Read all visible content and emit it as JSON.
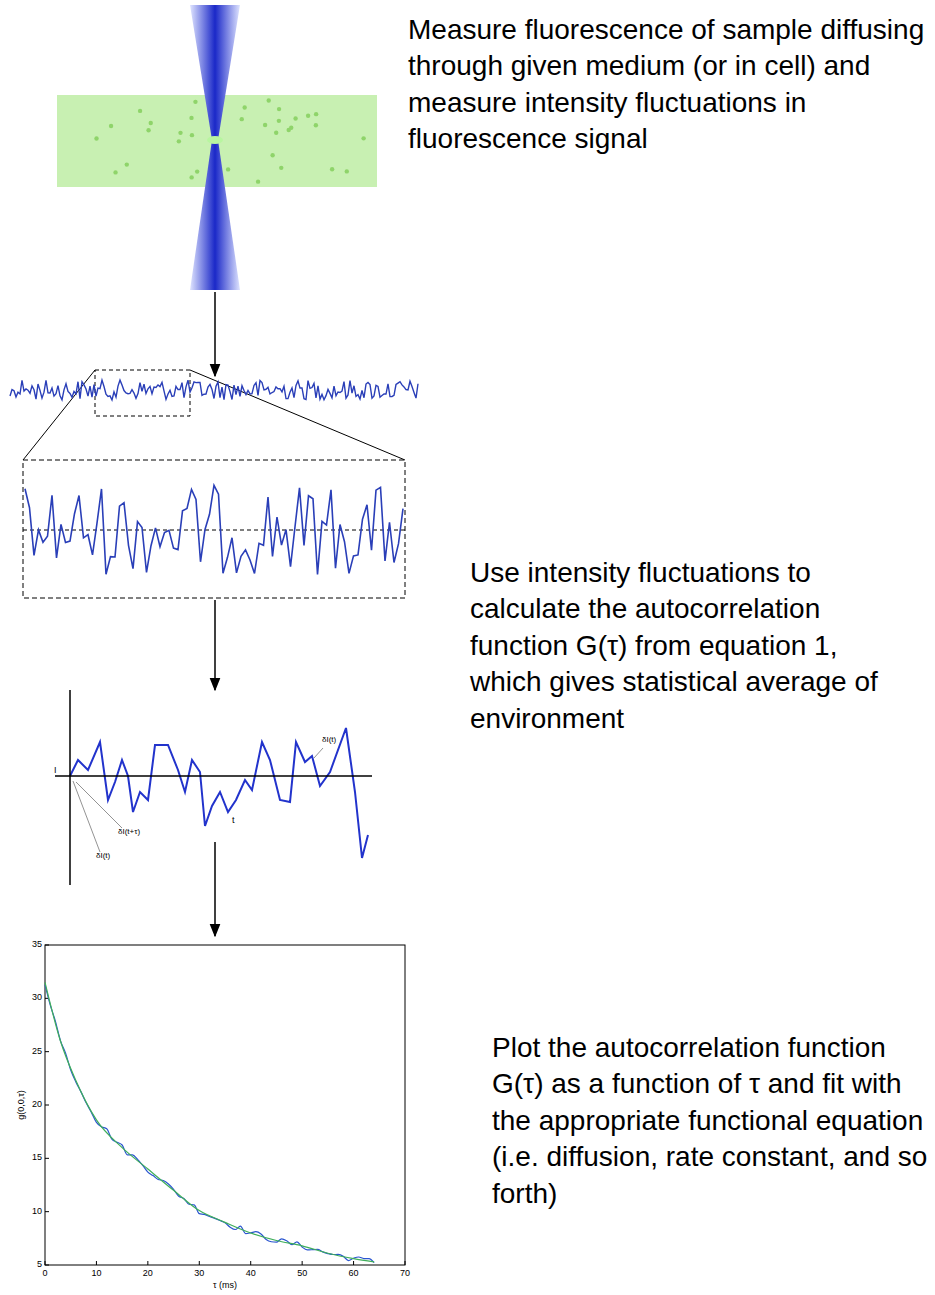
{
  "diagram": {
    "labels": [
      "Measure fluorescence of sample diffusing through given medium (or in cell) and measure intensity fluctuations in fluorescence signal",
      "Use intensity fluctuations to calculate the autocorrelation function G(τ) from equation 1, which gives statistical average of environment",
      "Plot the autocorrelation function G(τ) as a function of τ and fit with the appropriate functional equation (i.e. diffusion, rate constant, and so forth)",
      "I",
      "t",
      "δI(t)",
      "δI(t+τ)",
      "δI(t)",
      "35",
      "30",
      "25",
      "20",
      "15",
      "10",
      "5",
      "0",
      "10",
      "20",
      "30",
      "40",
      "50",
      "60",
      "70",
      "g(0,0,τ)",
      "τ (ms)"
    ]
  }
}
